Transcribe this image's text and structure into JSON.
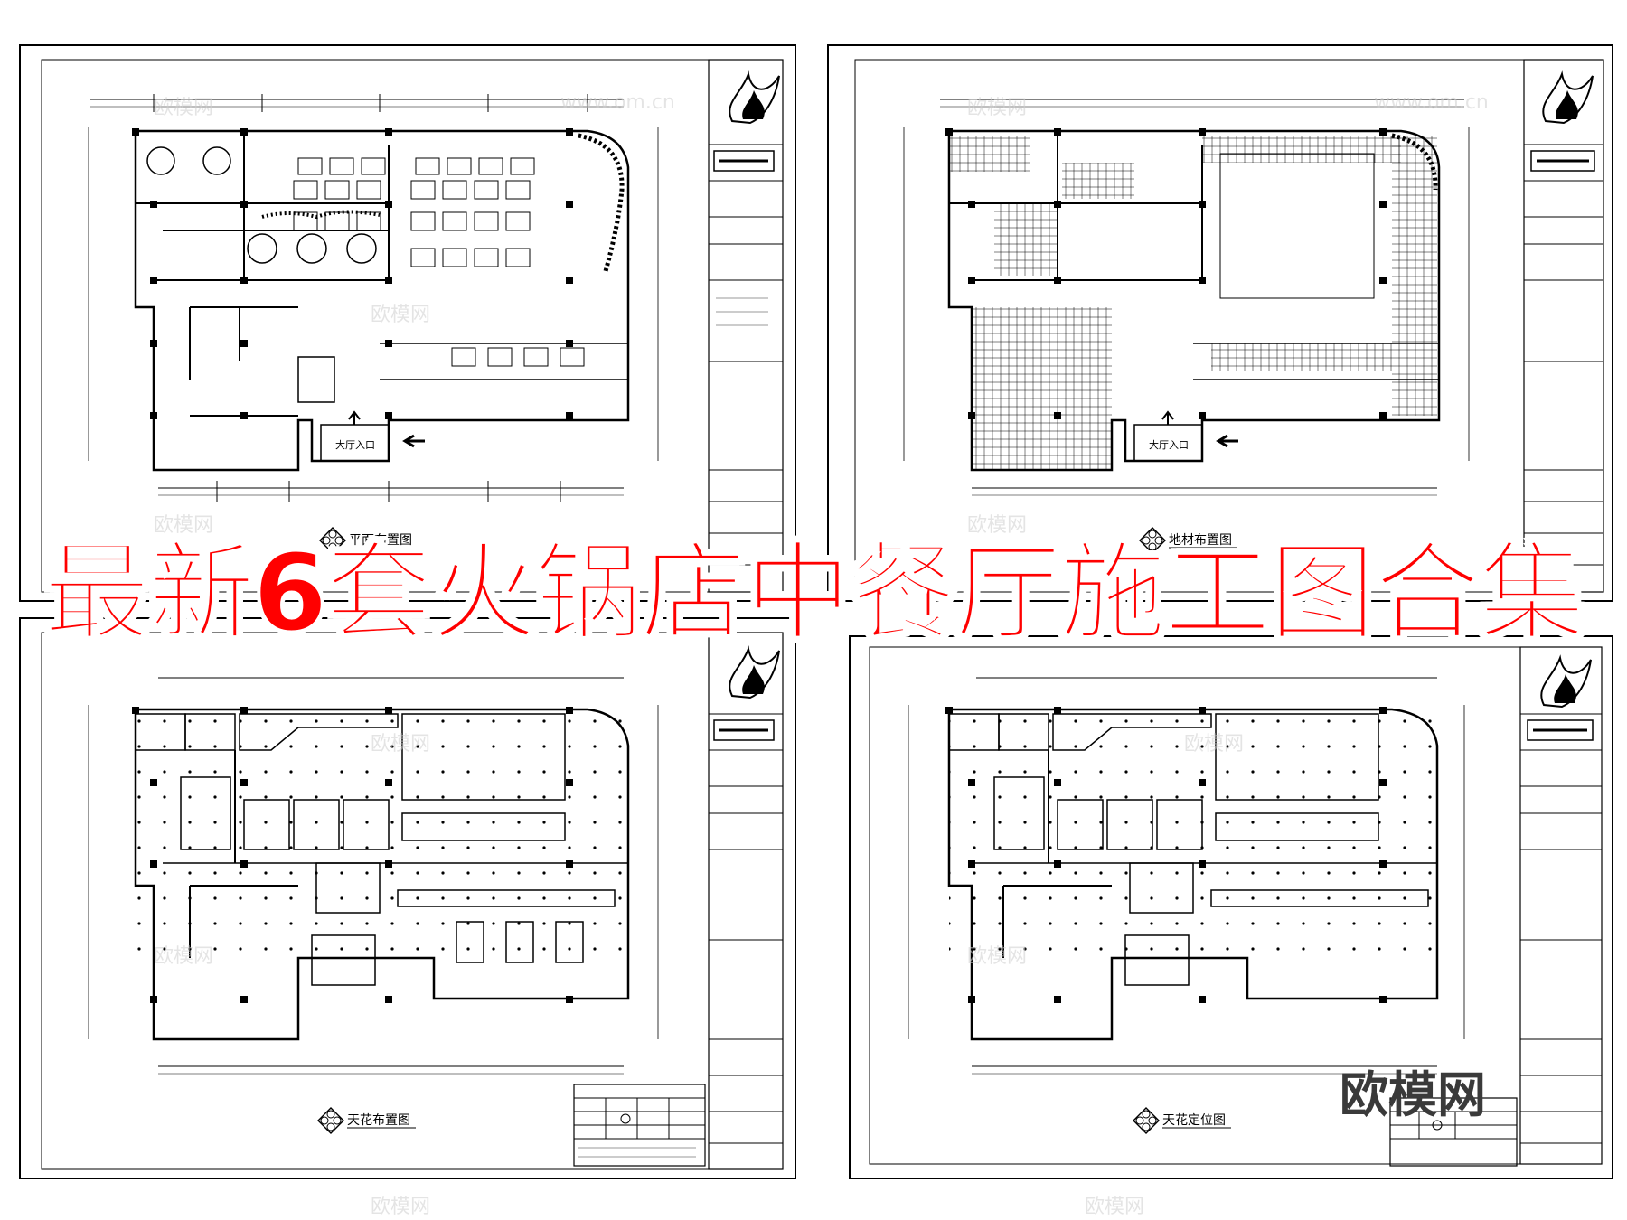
{
  "banner": {
    "text": "最新6套火锅店中餐厅施工图合集",
    "color": "#ff0000"
  },
  "sheets": [
    {
      "title": "平面布置图",
      "entrance": "大厅入口"
    },
    {
      "title": "地材布置图",
      "entrance": "大厅入口"
    },
    {
      "title": "天花布置图",
      "entrance": ""
    },
    {
      "title": "天花定位图",
      "entrance": ""
    }
  ],
  "watermark": {
    "brand": "欧模网",
    "site": "www.om.cn"
  },
  "icons": {
    "logo": "flame-logo-icon",
    "compass": "compass-icon"
  }
}
